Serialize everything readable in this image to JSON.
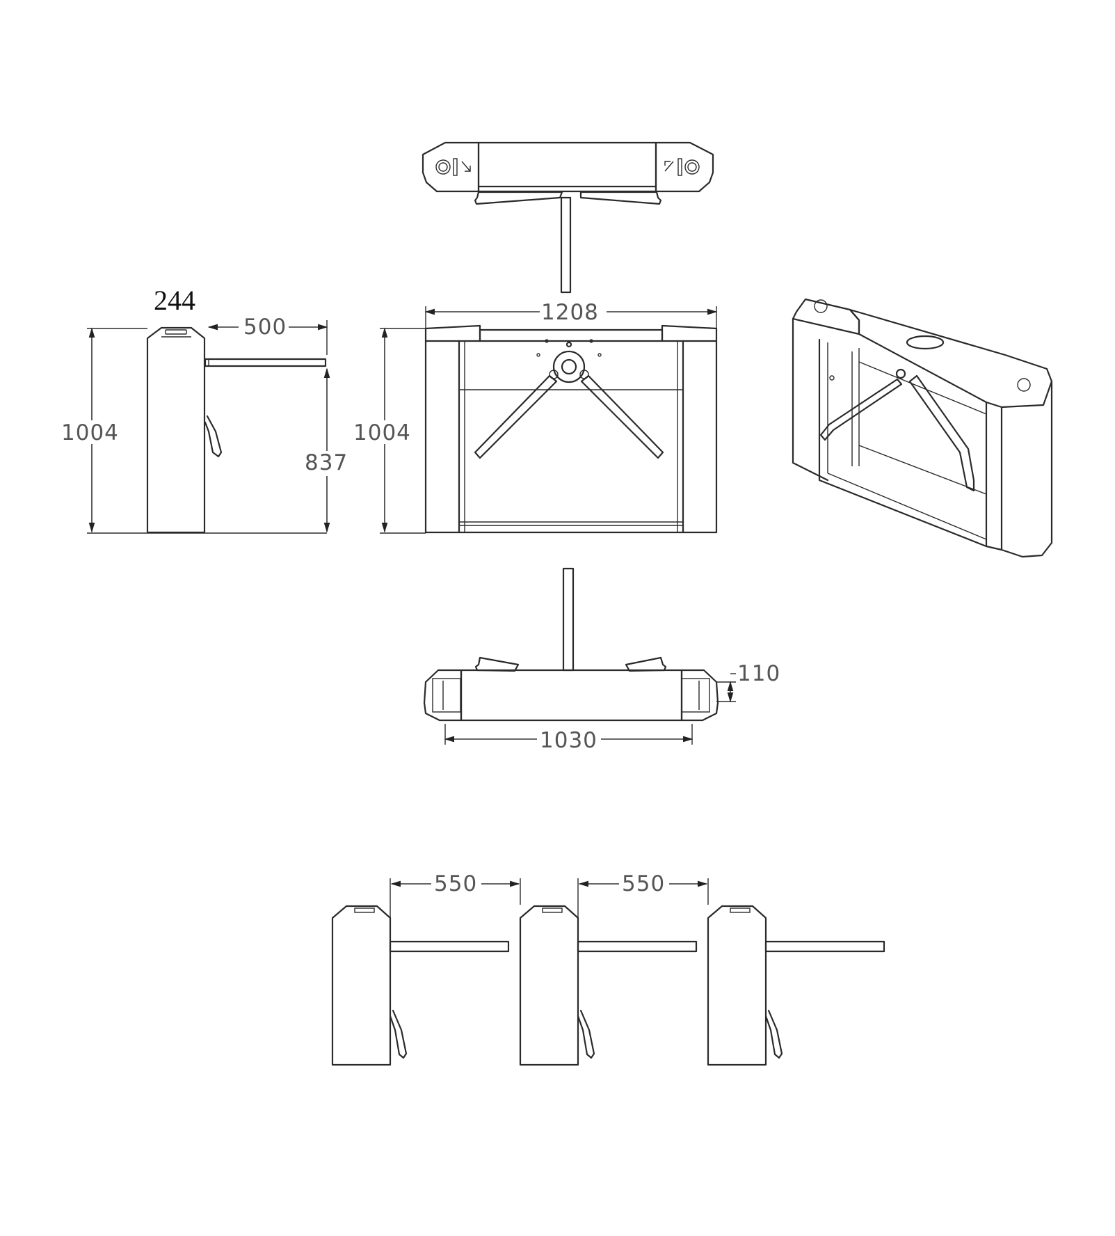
{
  "dimensions": {
    "side_depth": "244",
    "side_arm_length": "500",
    "side_height": "1004",
    "side_arm_height": "837",
    "front_width": "1208",
    "front_height": "1004",
    "bottom_width": "1030",
    "bottom_side": "110",
    "lane_gap_1": "550",
    "lane_gap_2": "550"
  },
  "colors": {
    "line": "#2a2a2a",
    "dimension_text": "#555555"
  }
}
